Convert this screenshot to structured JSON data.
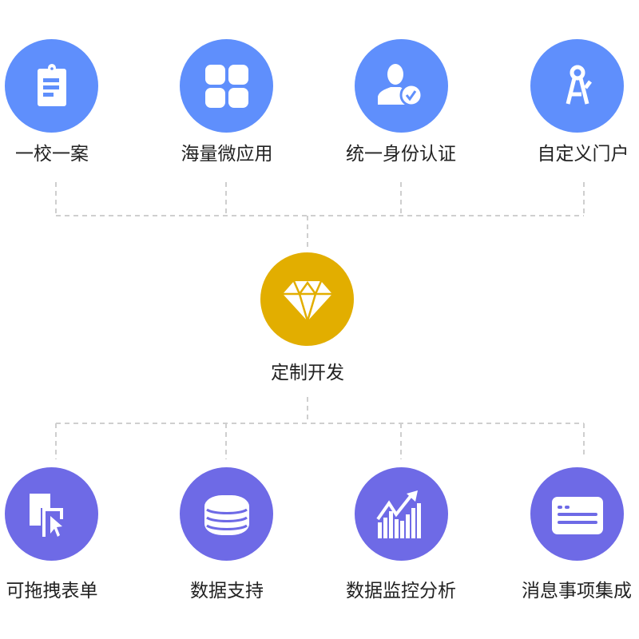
{
  "top_features": [
    {
      "label": "一校一案",
      "icon": "clipboard-icon"
    },
    {
      "label": "海量微应用",
      "icon": "apps-grid-icon"
    },
    {
      "label": "统一身份认证",
      "icon": "user-verified-icon"
    },
    {
      "label": "自定义门户",
      "icon": "compass-icon"
    }
  ],
  "center": {
    "label": "定制开发",
    "icon": "diamond-icon"
  },
  "bottom_features": [
    {
      "label": "可拖拽表单",
      "icon": "drag-form-icon"
    },
    {
      "label": "数据支持",
      "icon": "database-icon"
    },
    {
      "label": "数据监控分析",
      "icon": "chart-growth-icon"
    },
    {
      "label": "消息事项集成",
      "icon": "message-card-icon"
    }
  ],
  "colors": {
    "top": "#5f8ffc",
    "center": "#e2ae00",
    "bottom": "#6e6ae6",
    "connector": "#cccccc"
  }
}
